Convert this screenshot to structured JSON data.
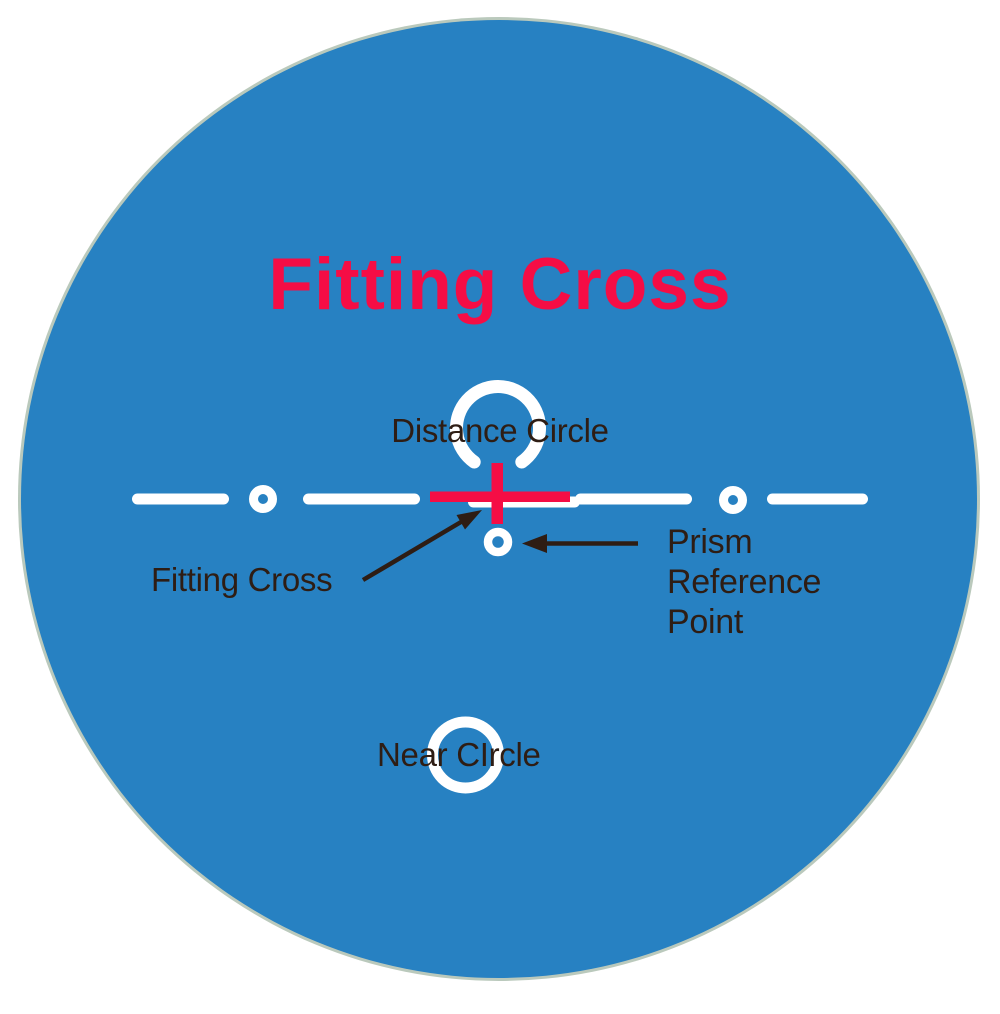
{
  "title": "Fitting Cross",
  "labels": {
    "distance_circle": "Distance Circle",
    "fitting_cross": "Fitting Cross",
    "prism_reference_point": {
      "lines": [
        "Prism",
        "Reference",
        "Point"
      ]
    },
    "near_circle": "Near CIrcle"
  },
  "colors": {
    "lens_blue": "#2781C2",
    "accent_red": "#F50D45",
    "label_dark": "#2E1D14",
    "marking_white": "#FFFFFF",
    "edge_green": "#4A7050"
  }
}
